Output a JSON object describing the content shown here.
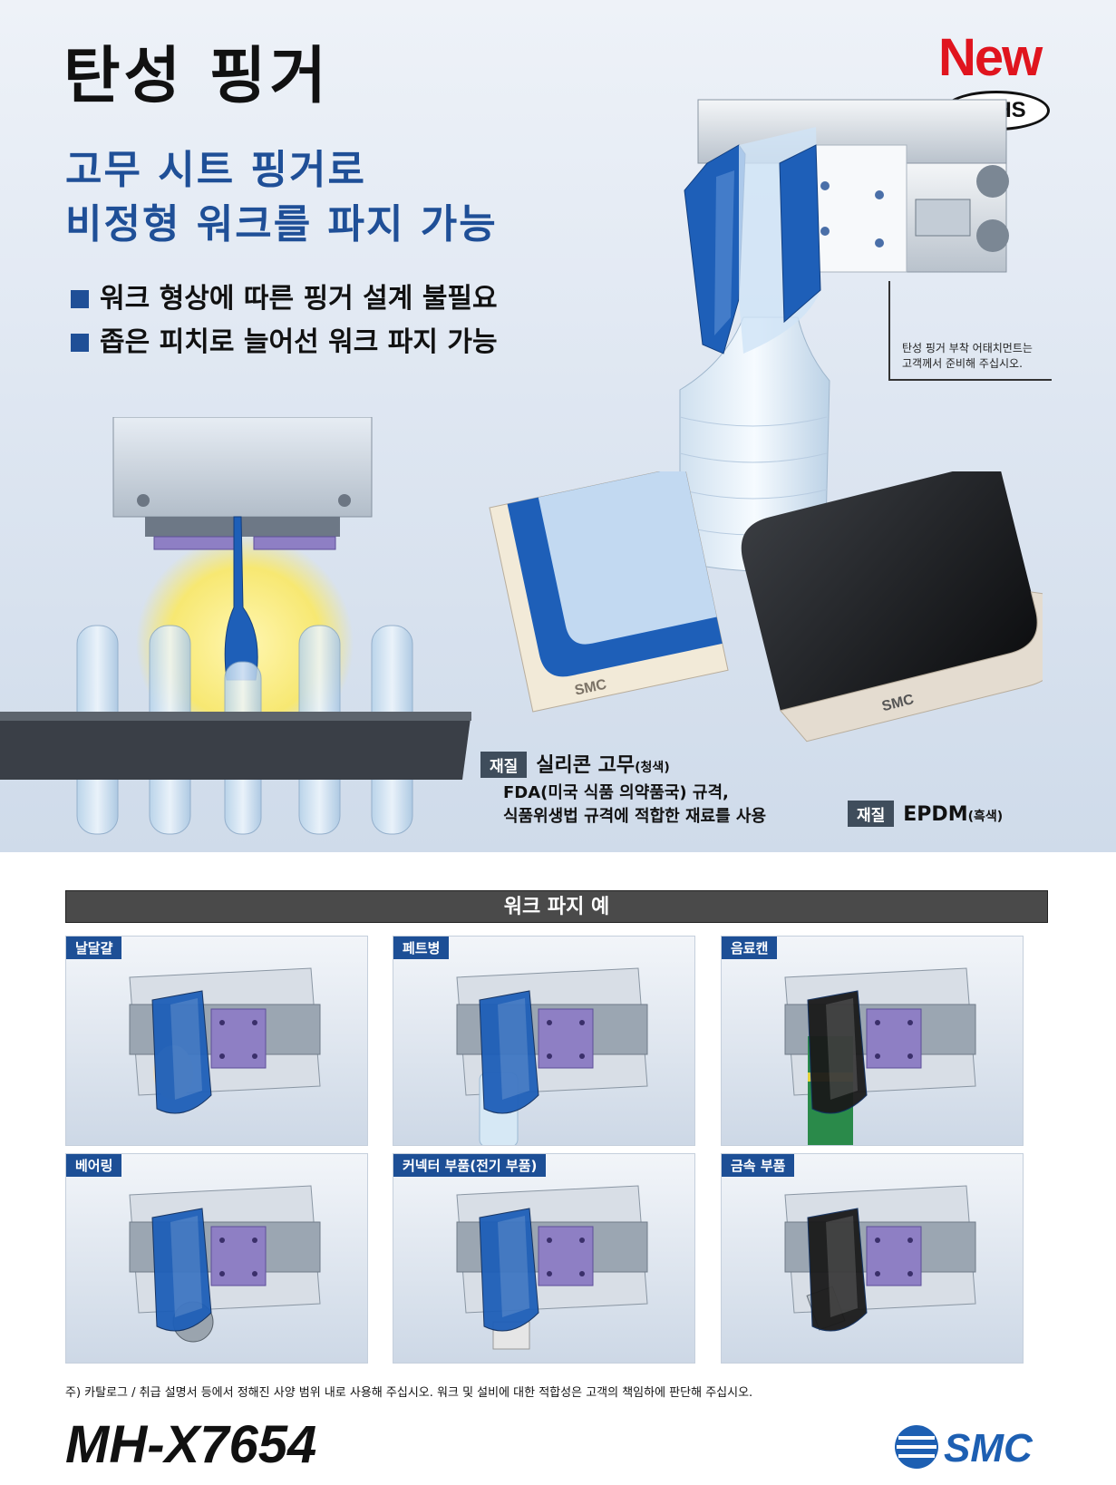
{
  "header": {
    "title": "탄성 핑거",
    "new_mark": "New",
    "rohs": "RoHS"
  },
  "subhead": {
    "line1": "고무 시트 핑거로",
    "line2": "비정형 워크를 파지 가능"
  },
  "bullets": [
    "워크 형상에 따른 핑거 설계 불필요",
    "좁은 피치로 늘어선 워크 파지 가능"
  ],
  "attachment_note": {
    "line1": "탄성 핑거 부착 어태치먼트는",
    "line2": "고객께서 준비해 주십시오."
  },
  "materials": [
    {
      "tag": "재질",
      "name": "실리콘 고무",
      "suffix": "(청색)"
    },
    {
      "tag": "재질",
      "name": "EPDM",
      "suffix": "(흑색)"
    }
  ],
  "material_description": {
    "line1": "FDA(미국 식품 의약품국) 규격,",
    "line2": "식품위생법 규격에 적합한 재료를 사용"
  },
  "pad_labels": {
    "blue_brand": "SMC",
    "black_brand": "SMC"
  },
  "gallery": {
    "title": "워크 파지 예",
    "items": [
      {
        "label": "날달걀",
        "finger": "blue",
        "work": "egg"
      },
      {
        "label": "페트병",
        "finger": "blue",
        "work": "bottle"
      },
      {
        "label": "음료캔",
        "finger": "black",
        "work": "can"
      },
      {
        "label": "베어링",
        "finger": "blue",
        "work": "bearing"
      },
      {
        "label": "커넥터 부품(전기 부품)",
        "finger": "blue",
        "work": "connector"
      },
      {
        "label": "금속 부품",
        "finger": "black",
        "work": "metal"
      }
    ]
  },
  "footnote": "주) 카탈로그 / 취급 설명서 등에서 정해진 사양 범위 내로 사용해 주십시오. 워크 및 설비에 대한 적합성은 고객의 책임하에 판단해 주십시오.",
  "footer": {
    "model": "MH-X7654",
    "logo_text": "SMC"
  },
  "colors": {
    "accent_blue": "#1f4f97",
    "finger_blue": "#1e5fb8",
    "finger_black": "#1a1a1a",
    "new_red": "#e0141e",
    "label_bg": "#1d4f96"
  }
}
